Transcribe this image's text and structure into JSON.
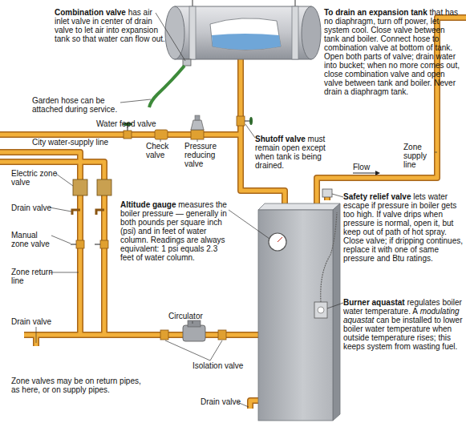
{
  "diagram": {
    "labels": [
      "Combination valve",
      "has air inlet valve in center of drain valve to let air into expansion tank so that water can flow out.",
      "To drain an expansion tank",
      "that has no diaphragm, turn off power, let system cool. Close valve between tank and boiler. Connect hose to combination valve at bottom of tank. Open both parts of valve; drain water into bucket; when no more comes out, close combination valve and open valve between tank and boiler. Never drain a diaphragm tank.",
      "Garden hose can be attached during service.",
      "Water feed valve",
      "City water-supply line",
      "Check valve",
      "Pressure reducing valve",
      "Shutoff valve",
      "must remain open except when tank is being drained.",
      "Zone supply line",
      "Flow",
      "Electric zone valve",
      "Drain valve",
      "Manual zone valve",
      "Zone return line",
      "Altitude gauge",
      "measures the boiler pressure — generally in both pounds per square inch (psi) and in feet of water column. Readings are always equivalent: 1 psi equals 2.3 feet of water column.",
      "Safety relief valve",
      "lets water escape if pressure in boiler gets too high. If valve drips when pressure is normal, open it, but keep out of path of hot spray. Close valve; if dripping continues, replace it with one of same pressure and Btu ratings.",
      "Burner aquastat",
      "regulates boiler water temperature. A",
      "modulating aquastat",
      "can be installed to lower boiler water temperature when outside temperature rises; this keeps system from wasting fuel.",
      "Circulator",
      "Drain valve",
      "Isolation valve",
      "Zone valves may be on return pipes, as here, or on supply pipes.",
      "Drain valve"
    ]
  }
}
